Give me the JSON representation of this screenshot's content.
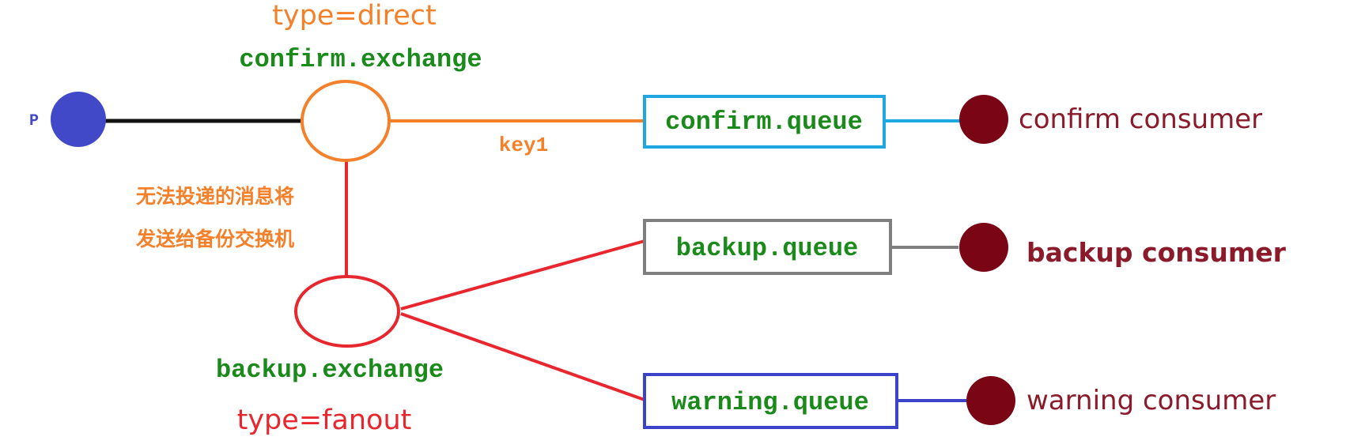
{
  "producer": {
    "label": "P",
    "color": "#4149c9"
  },
  "confirm_exchange": {
    "type_label": "type=direct",
    "name": "confirm.exchange",
    "color": "#f5802a"
  },
  "routing_key": "key1",
  "backup_note": {
    "line1": "无法投递的消息将",
    "line2": "发送给备份交换机"
  },
  "backup_exchange": {
    "name": "backup.exchange",
    "type_label": "type=fanout",
    "color": "#e8262e"
  },
  "queues": {
    "confirm": {
      "name": "confirm.queue",
      "border_color": "#1ea7e1"
    },
    "backup": {
      "name": "backup.queue",
      "border_color": "#7f7f7f"
    },
    "warning": {
      "name": "warning.queue",
      "border_color": "#3b44c8"
    }
  },
  "consumers": {
    "confirm": {
      "label": "confirm consumer"
    },
    "backup": {
      "label": "backup consumer"
    },
    "warning": {
      "label": "warning consumer"
    }
  },
  "colors": {
    "name_green": "#1a8a1a",
    "consumer_dot": "#7a0515",
    "consumer_text": "#8b1a2b",
    "orange": "#f5802a",
    "red": "#e8262e",
    "black": "#111111"
  }
}
